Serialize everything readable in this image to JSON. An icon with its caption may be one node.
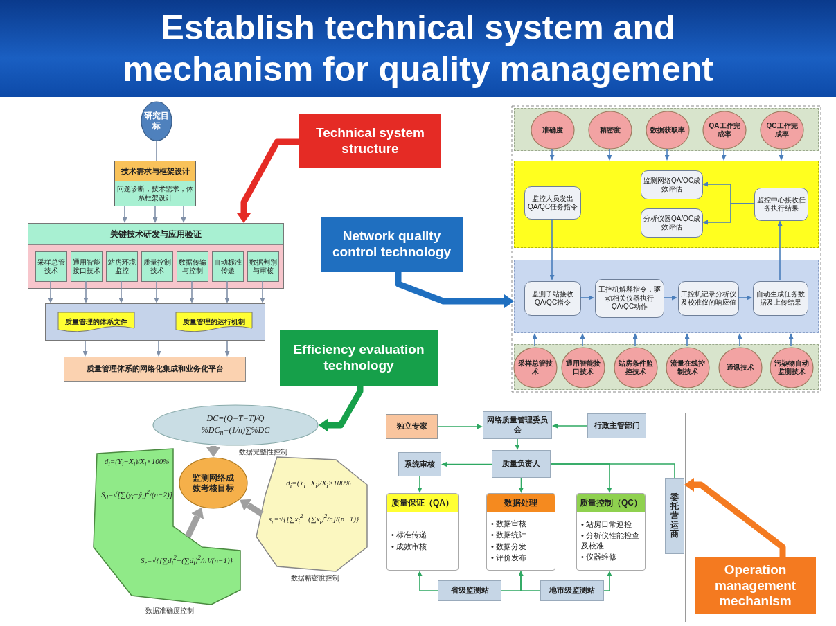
{
  "diagram": {
    "title": "Establish technical system and mechanism for quality management",
    "nodes": [
      {
        "text": [
          "研究目标"
        ]
      },
      {
        "text": [
          "技术需求与框架设计",
          "问题诊断，技术需求，体系框架设计"
        ]
      },
      {
        "text": [
          "关键技术研发与应用验证"
        ]
      },
      {
        "text": [
          "采样总管技术"
        ],
        "in": 2
      },
      {
        "text": [
          "通用智能接口技术"
        ],
        "in": 2
      },
      {
        "text": [
          "站房环境监控"
        ],
        "in": 2
      },
      {
        "text": [
          "质量控制技术"
        ],
        "in": 2
      },
      {
        "text": [
          "数据传输与控制"
        ],
        "in": 2
      },
      {
        "text": [
          "自动标准传递"
        ],
        "in": 2
      },
      {
        "text": [
          "数据判别与审核"
        ],
        "in": 2
      },
      {
        "text": [],
        "shape": "box"
      },
      {
        "text": [
          "质量管理的体系文件"
        ],
        "in": 10
      },
      {
        "text": [
          "质量管理的运行机制"
        ],
        "in": 10
      },
      {
        "text": [
          "质量管理体系的网络化集成和业务化平台"
        ]
      },
      {
        "text": [
          "Technical system structure"
        ]
      },
      {
        "text": [
          "Network quality control technology"
        ]
      },
      {
        "text": [
          "Efficiency evaluation technology"
        ]
      },
      {
        "text": [
          "Operation management mechanism"
        ]
      },
      {
        "text": [],
        "shape": "box"
      },
      {
        "text": [
          "准确度"
        ],
        "in": 18
      },
      {
        "text": [
          "精密度"
        ],
        "in": 18
      },
      {
        "text": [
          "数据获取率"
        ],
        "in": 18
      },
      {
        "text": [
          "QA工作完成率"
        ],
        "in": 18
      },
      {
        "text": [
          "QC工作完成率"
        ],
        "in": 18
      },
      {
        "text": [],
        "shape": "box"
      },
      {
        "text": [
          "监控人员发出QA/QC任务指令"
        ],
        "in": 24
      },
      {
        "text": [
          "监测网络QA/QC成效评估"
        ],
        "in": 24
      },
      {
        "text": [
          "分析仪器QA/QC成效评估"
        ],
        "in": 24
      },
      {
        "text": [
          "监控中心接收任务执行结果"
        ],
        "in": 24
      },
      {
        "text": [],
        "shape": "box"
      },
      {
        "text": [
          "监测子站接收QA/QC指令"
        ],
        "in": 29
      },
      {
        "text": [
          "工控机解释指令，驱动相关仪器执行QA/QC动作"
        ],
        "in": 29
      },
      {
        "text": [
          "工控机记录分析仪及校准仪的响应值"
        ],
        "in": 29
      },
      {
        "text": [
          "自动生成任务数据及上传结果"
        ],
        "in": 29
      },
      {
        "text": [],
        "shape": "box"
      },
      {
        "text": [
          "采样总管技术"
        ],
        "in": 34
      },
      {
        "text": [
          "通用智能接口技术"
        ],
        "in": 34
      },
      {
        "text": [
          "站房条件监控技术"
        ],
        "in": 34
      },
      {
        "text": [
          "流量在线控制技术"
        ],
        "in": 34
      },
      {
        "text": [
          "通讯技术"
        ],
        "in": 34
      },
      {
        "text": [
          "污染物自动监测技术"
        ],
        "in": 34
      },
      {
        "text": [
          "DC=(Q−T−T)/Q",
          "%DC$_{n}$=(1/n)∑%DC"
        ],
        "beside": [
          "数据完整性控制"
        ]
      },
      {
        "text": [
          "监测网络成效考核目标"
        ]
      },
      {
        "text": [
          "d$_{i}$=(Y$_{i}$−X$_{i}$)/X$_{i}$×100%",
          "S$_{d}$=√[∑(y$_{i}$−ŷ$_{i}$)$^{2}$/(n−2)]",
          "S$_{r}$=√{[∑d$_{i}$$^{2}$−(∑d$_{i}$)$^{2}$/n]/(n−1)}"
        ],
        "beside": [
          "数据准确度控制"
        ]
      },
      {
        "text": [
          "d$_{i}$=(Y$_{i}$−X$_{i}$)/X$_{i}$×100%",
          "s$_{r}$=√{[∑x$_{i}$$^{2}$−(∑x$_{i}$)$^{2}$/n]/(n−1)}"
        ],
        "beside": [
          "数据精密度控制"
        ]
      },
      {
        "text": [
          "独立专家"
        ]
      },
      {
        "text": [
          "网络质量管理委员会"
        ]
      },
      {
        "text": [
          "行政主管部门"
        ]
      },
      {
        "text": [
          "系统审核"
        ]
      },
      {
        "text": [
          "质量负责人"
        ]
      },
      {
        "text": [
          "质量保证（QA）",
          "• 标准传递",
          "• 成效审核"
        ]
      },
      {
        "text": [
          "数据处理",
          "• 数据审核",
          "• 数据统计",
          "• 数据分发",
          "• 评价发布"
        ]
      },
      {
        "text": [
          "质量控制（QC）",
          "• 站房日常巡检",
          "• 分析仪性能检查及校准",
          "• 仪器维修"
        ]
      },
      {
        "text": [
          "委托营运商"
        ]
      },
      {
        "text": [
          "省级监测站"
        ]
      },
      {
        "text": [
          "地市级监测站"
        ]
      }
    ],
    "edges": [
      {
        "from": 0,
        "to": 1,
        "arrow": "none",
        "color": "#8090a8"
      },
      {
        "from": 1,
        "to": 2,
        "arrow": "to",
        "color": "#8090a8"
      },
      {
        "from": 1,
        "to": 2,
        "arrow": "to",
        "color": "#8090a8"
      },
      {
        "from": 1,
        "to": 2,
        "arrow": "to",
        "color": "#8090a8"
      },
      {
        "from": 3,
        "to": 10,
        "arrow": "to",
        "color": "#8090a8"
      },
      {
        "from": 4,
        "to": 10,
        "arrow": "to",
        "color": "#8090a8"
      },
      {
        "from": 5,
        "to": 10,
        "arrow": "to",
        "color": "#8090a8"
      },
      {
        "from": 6,
        "to": 10,
        "arrow": "to",
        "color": "#8090a8"
      },
      {
        "from": 7,
        "to": 10,
        "arrow": "to",
        "color": "#8090a8"
      },
      {
        "from": 8,
        "to": 10,
        "arrow": "to",
        "color": "#8090a8"
      },
      {
        "from": 9,
        "to": 10,
        "arrow": "to",
        "color": "#8090a8"
      },
      {
        "from": 10,
        "to": 13,
        "arrow": "to",
        "color": "#8090a8"
      },
      {
        "from": 10,
        "to": 13,
        "arrow": "to",
        "color": "#8090a8"
      },
      {
        "from": 10,
        "to": 13,
        "arrow": "to",
        "color": "#8090a8"
      },
      {
        "from": 19,
        "to": 24,
        "arrow": "to"
      },
      {
        "from": 20,
        "to": 24,
        "arrow": "to"
      },
      {
        "from": 21,
        "to": 24,
        "arrow": "to"
      },
      {
        "from": 22,
        "to": 24,
        "arrow": "to"
      },
      {
        "from": 23,
        "to": 24,
        "arrow": "to"
      },
      {
        "from": 25,
        "to": 30,
        "arrow": "to"
      },
      {
        "from": 30,
        "to": 31,
        "arrow": "to"
      },
      {
        "from": 31,
        "to": 32,
        "arrow": "to"
      },
      {
        "from": 32,
        "to": 33,
        "arrow": "to"
      },
      {
        "from": 33,
        "to": 28,
        "arrow": "to"
      },
      {
        "from": 28,
        "to": 26,
        "arrow": "to"
      },
      {
        "from": 28,
        "to": 27,
        "arrow": "to"
      },
      {
        "from": 35,
        "to": 29,
        "arrow": "to"
      },
      {
        "from": 36,
        "to": 29,
        "arrow": "to"
      },
      {
        "from": 37,
        "to": 29,
        "arrow": "to"
      },
      {
        "from": 38,
        "to": 29,
        "arrow": "to"
      },
      {
        "from": 39,
        "to": 29,
        "arrow": "to"
      },
      {
        "from": 40,
        "to": 29,
        "arrow": "to"
      },
      {
        "from": 41,
        "to": 42,
        "arrow": "to",
        "style": "thick",
        "color": "#a0a0a0"
      },
      {
        "from": 43,
        "to": 42,
        "arrow": "to",
        "style": "thick",
        "color": "#a0a0a0"
      },
      {
        "from": 44,
        "to": 42,
        "arrow": "to",
        "style": "thick",
        "color": "#a0a0a0"
      },
      {
        "from": 45,
        "to": 46,
        "arrow": "to",
        "color": "#2ea862"
      },
      {
        "from": 47,
        "to": 46,
        "arrow": "to",
        "color": "#2ea862"
      },
      {
        "from": 46,
        "to": 49,
        "arrow": "to",
        "color": "#2ea862"
      },
      {
        "from": 49,
        "to": 48,
        "arrow": "to",
        "color": "#2ea862"
      },
      {
        "from": 49,
        "to": 51,
        "arrow": "to",
        "color": "#2ea862"
      },
      {
        "from": 49,
        "to": 52,
        "arrow": "to",
        "color": "#2ea862"
      },
      {
        "from": 49,
        "to": 53,
        "arrow": "none",
        "color": "#2ea862"
      },
      {
        "from": 48,
        "to": 50,
        "arrow": "to",
        "color": "#2ea862"
      },
      {
        "from": 54,
        "to": 50,
        "arrow": "to",
        "color": "#2ea862"
      },
      {
        "from": 54,
        "to": 51,
        "arrow": "to",
        "color": "#2ea862"
      },
      {
        "from": 55,
        "to": 51,
        "arrow": "to",
        "color": "#2ea862"
      },
      {
        "from": 55,
        "to": 52,
        "arrow": "to",
        "color": "#2ea862"
      },
      {
        "from": 14,
        "to": 2,
        "arrow": "to",
        "style": "thick",
        "color": "#e52b25"
      },
      {
        "from": 15,
        "to": 29,
        "arrow": "to",
        "style": "thick",
        "color": "#1f6fc0"
      },
      {
        "from": 16,
        "to": 41,
        "arrow": "to",
        "style": "thick",
        "color": "#16a04a"
      },
      {
        "from": 17,
        "to": 53,
        "arrow": "to",
        "style": "thick",
        "color": "#f47a20"
      }
    ]
  }
}
